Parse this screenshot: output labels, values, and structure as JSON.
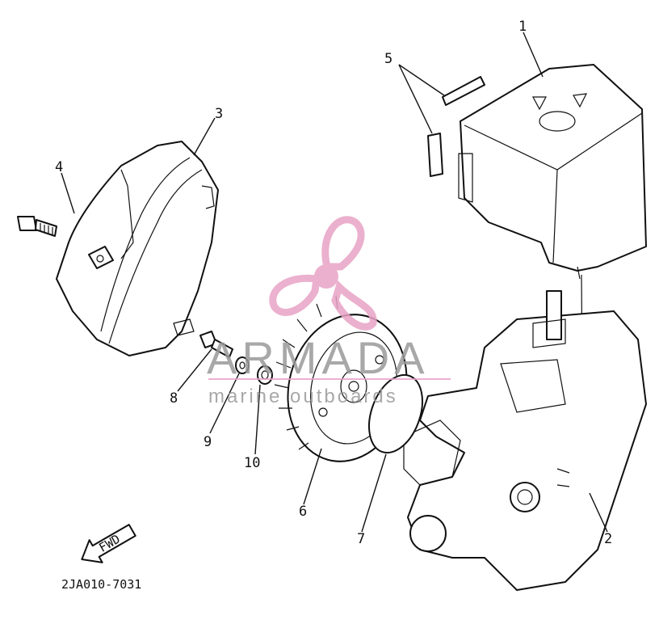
{
  "diagram": {
    "callouts": [
      "1",
      "2",
      "3",
      "4",
      "5",
      "6",
      "7",
      "8",
      "9",
      "10"
    ],
    "fwd_label": "FWD",
    "drawing_code": "2JA010-7031"
  },
  "watermark": {
    "brand": "ARMADA",
    "tagline": "marine outboards",
    "color": "#e8a3c6"
  }
}
